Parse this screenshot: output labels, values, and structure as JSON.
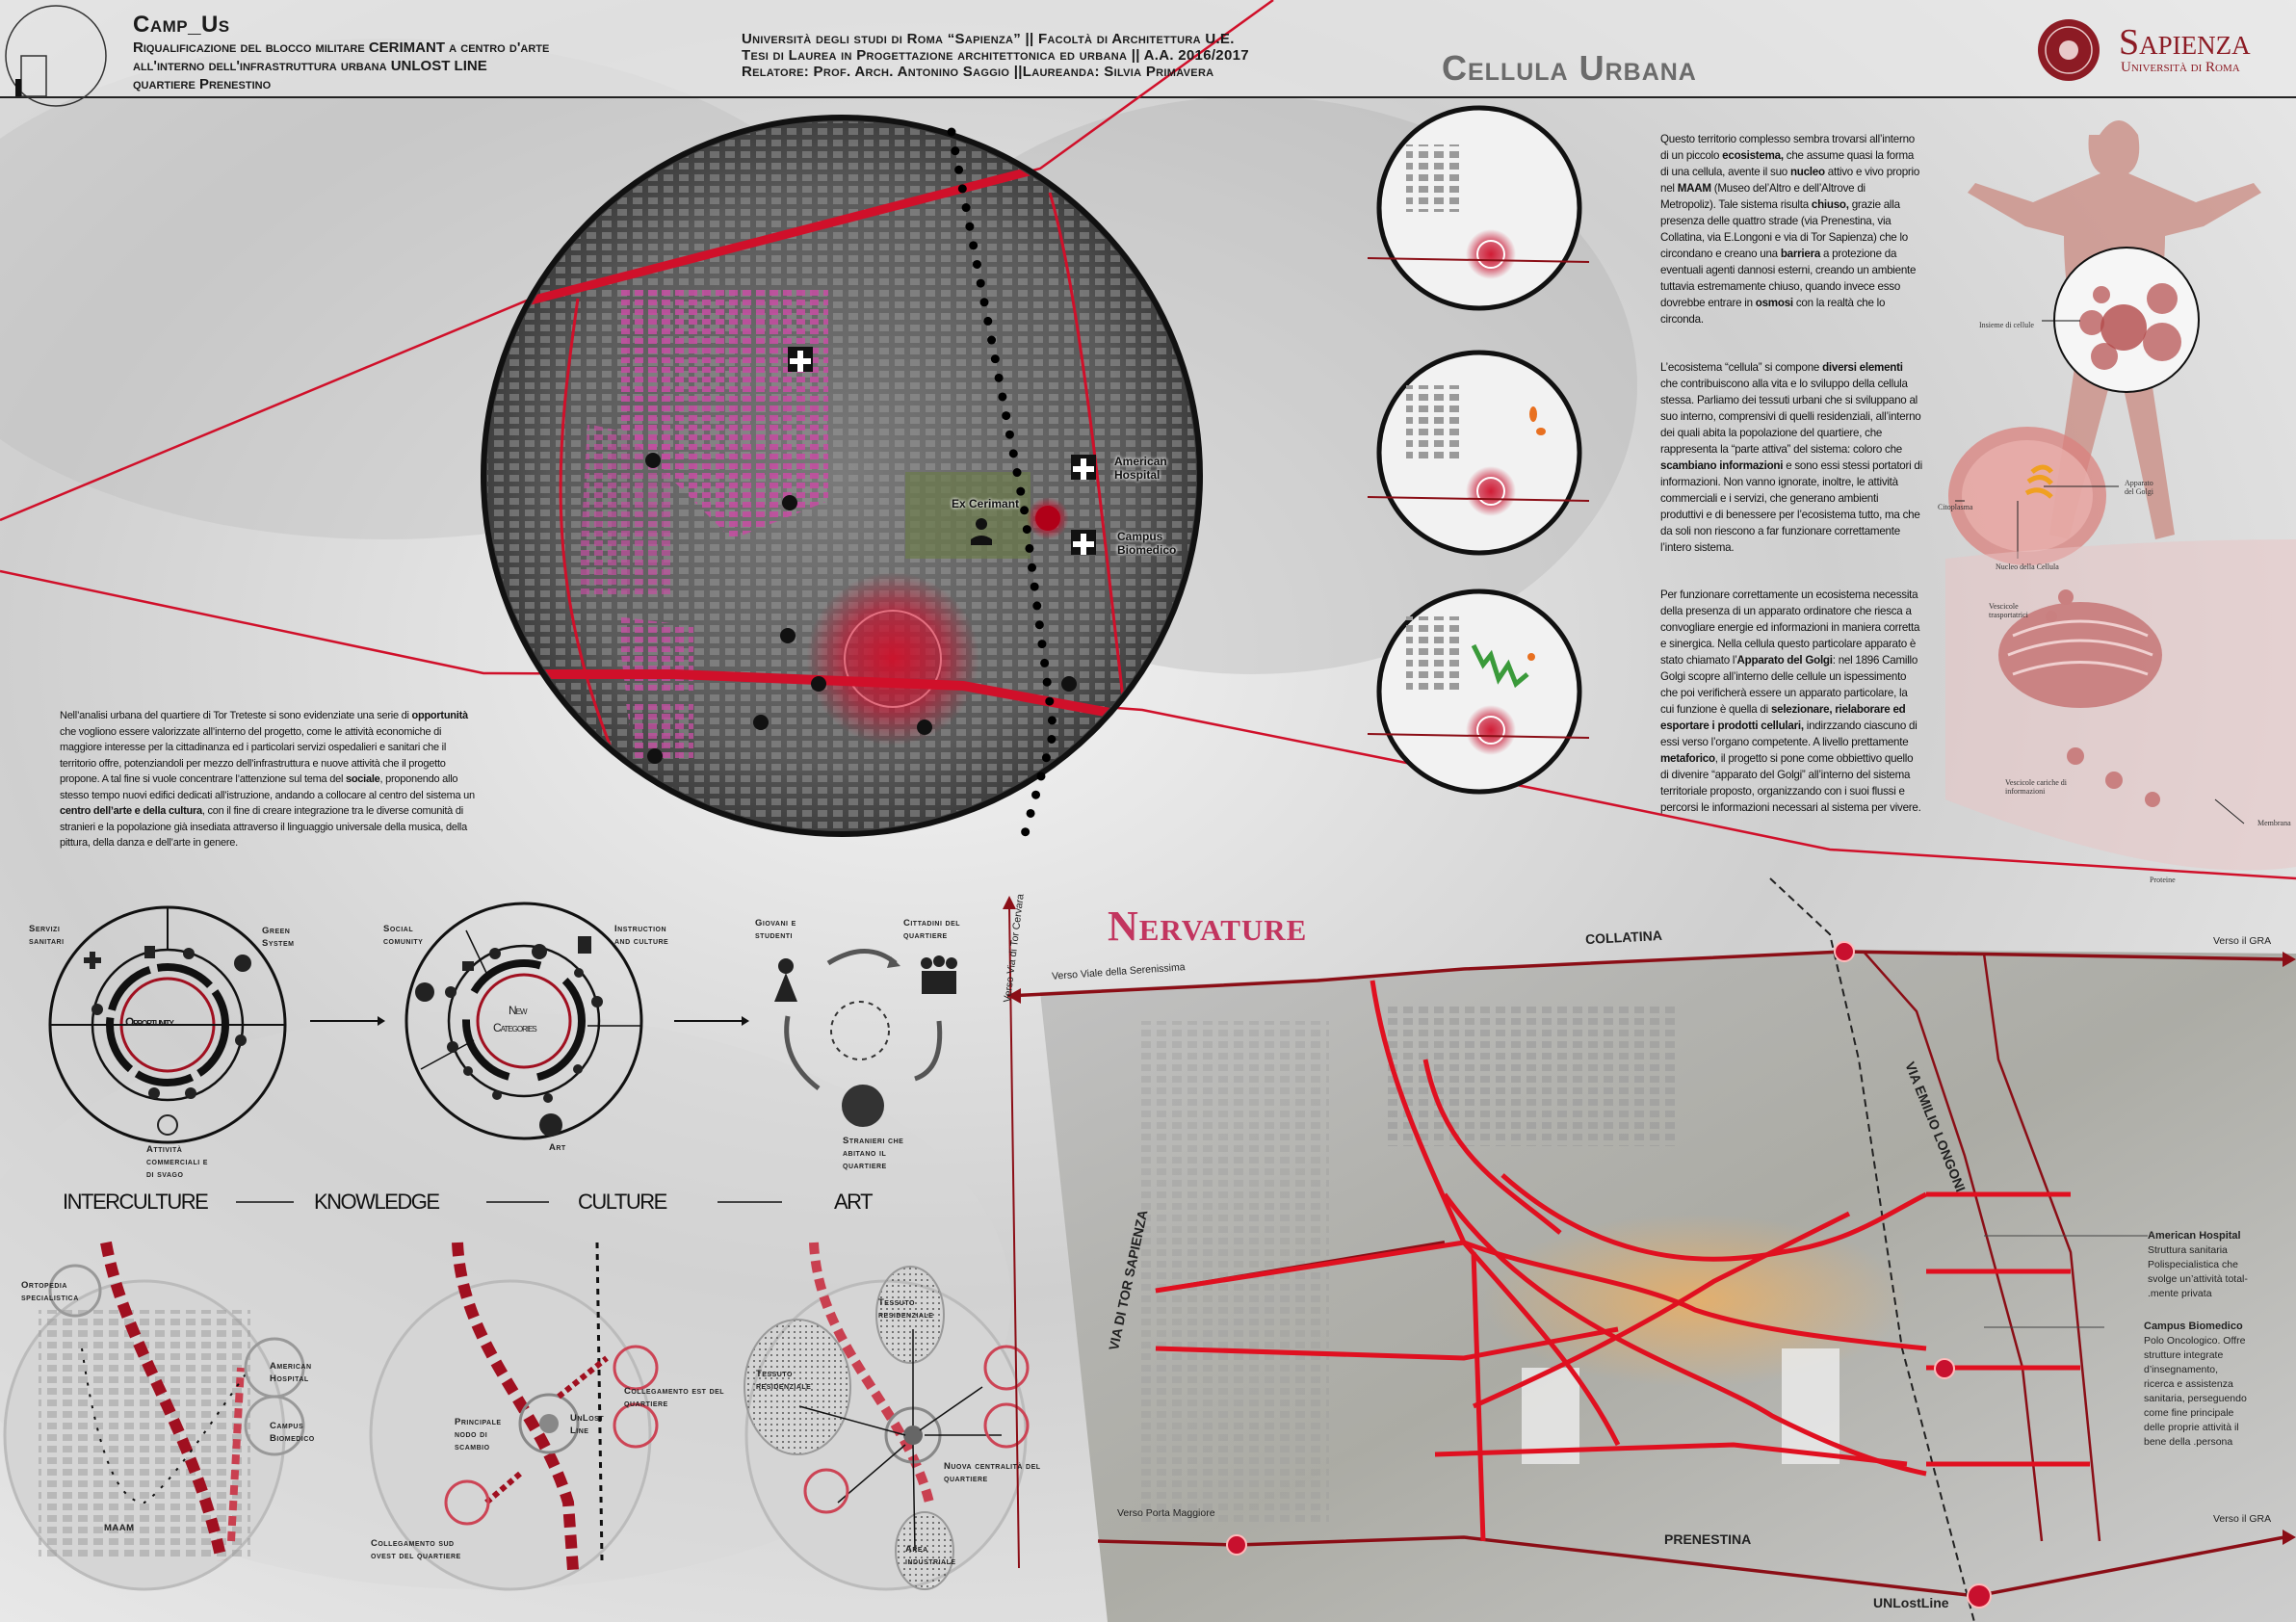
{
  "header": {
    "title": "Camp_Us",
    "subtitle": [
      "Riqualificazione del blocco militare CERIMANT a centro d'arte",
      "all'interno dell'infrastruttura urbana UNLOST LINE",
      "quartiere Prenestino"
    ],
    "university": [
      "Università degli studi di Roma “Sapienza” || Facoltà di Architettura U.E.",
      "Tesi di Laurea in Progettazione architettonica ed urbana ||  A.A. 2016/2017",
      "Relatore: Prof. Arch. Antonino Saggio ||Laureanda: Silvia Primavera"
    ],
    "logo_name": "Sapienza",
    "logo_sub": "Università di Roma",
    "section_title": "Cellula Urbana"
  },
  "colors": {
    "accent": "#c8102e",
    "dark_red": "#8b0e16",
    "pink": "#c2355f"
  },
  "aerial_map": {
    "labels": {
      "ex_cerimant": "Ex Cerimant",
      "american_hospital": "American Hospital",
      "campus_biomedico": "Campus Biomedico"
    }
  },
  "cell_texts": [
    [
      {
        "t": "Questo territorio complesso  sembra trovarsi all’interno di un piccolo "
      },
      {
        "t": "ecosistema,",
        "b": true
      },
      {
        "t": " che assume quasi la forma di una cellula, avente il suo "
      },
      {
        "t": "nucleo",
        "b": true
      },
      {
        "t": " attivo e vivo proprio nel "
      },
      {
        "t": "MAAM",
        "b": true
      },
      {
        "t": " (Museo del’Altro e dell’Altrove di Metropoliz). Tale sistema risulta "
      },
      {
        "t": "chiuso,",
        "b": true
      },
      {
        "t": " grazie alla presenza delle quattro strade (via Prenestina, via Collatina, via E.Longoni e via di Tor Sapienza) che lo circondano e creano una "
      },
      {
        "t": "barriera",
        "b": true
      },
      {
        "t": " a protezione da eventuali agenti dannosi esterni, creando un ambiente tuttavia estremamente chiuso, quando invece esso dovrebbe entrare in "
      },
      {
        "t": "osmosi",
        "b": true
      },
      {
        "t": " con la realtà che lo circonda."
      }
    ],
    [
      {
        "t": "L’ecosistema “cellula” si compone "
      },
      {
        "t": "diversi elementi",
        "b": true
      },
      {
        "t": " che contribuiscono alla vita e lo sviluppo della cellula stessa. Parliamo dei tessuti urbani che si sviluppano al suo interno, comprensivi di quelli  residenziali, all’interno dei quali abita la popolazione del quartiere, che rappresenta la “parte attiva” del sistema: coloro che "
      },
      {
        "t": "scambiano informazioni",
        "b": true
      },
      {
        "t": " e sono essi stessi portatori di informazioni. Non vanno ignorate, inoltre, le attività commerciali e i servizi, che generano ambienti produttivi e di benessere per l’ecosistema tutto, ma che da soli non riescono a far funzionare correttamente l’intero sistema."
      }
    ],
    [
      {
        "t": "Per funzionare correttamente un ecosistema necessita della presenza di un apparato ordinatore che riesca a convogliare energie ed informazioni in maniera corretta e sinergica. Nella cellula questo particolare apparato è stato chiamato  l’"
      },
      {
        "t": "Apparato del Golgi",
        "b": true
      },
      {
        "t": ":  nel 1896 Camillo Golgi scopre all’interno delle cellule un ispessimento che poi verificherà essere un apparato particolare, la cui funzione è quella di "
      },
      {
        "t": "selezionare, rielaborare ed esportare i prodotti cellulari,",
        "b": true
      },
      {
        "t": " indirzzando ciascuno di essi verso l’organo competente. A livello prettamente "
      },
      {
        "t": "metaforico",
        "b": true
      },
      {
        "t": ", il progetto si pone come obbiettivo quello di divenire “apparato del Golgi” all’interno del sistema territoriale proposto, organizzando con i suoi flussi e percorsi le informazioni necessari al sistema per vivere."
      }
    ]
  ],
  "intro_text": [
    {
      "t": "Nell’analisi urbana del quartiere di Tor Treteste si sono evidenziate una serie di "
    },
    {
      "t": "opportunità",
      "b": true
    },
    {
      "t": " che vogliono essere valorizzate all’interno del progetto, come le attività economiche di maggiore interesse per la cittadinanza ed i particolari servizi ospedalieri e sanitari che il territorio offre, potenziandoli per mezzo dell’infrastruttura e nuove attività che il progetto propone. A tal fine si vuole concentrare l’attenzione sul tema del "
    },
    {
      "t": "sociale",
      "b": true
    },
    {
      "t": ", proponendo allo stesso tempo nuovi edifici dedicati all’istruzione, andando a collocare al centro del sistema un "
    },
    {
      "t": "centro dell’arte e della cultura",
      "b": true
    },
    {
      "t": ", con il fine di creare integrazione tra le diverse comunità di stranieri e la popolazione già insediata attraverso il linguaggio universale della musica, della pittura, della danza e dell’arte in genere."
    }
  ],
  "illustration_labels": {
    "cells": "Insieme di cellule",
    "golgi": "Apparato del Golgi",
    "cytoplasm": "Citoplasma",
    "nucleus": "Nucleo della Cellula",
    "vesicles_transport": "Vescicole trasportatrici",
    "vesicles_info": "Vescicole cariche di informazioni",
    "membrane": "Membrana",
    "proteins": "Proteine"
  },
  "diagrams": {
    "opportunity": {
      "center": "Opportunity",
      "top_left": "Servizi sanitari",
      "top_right": "Green System",
      "bottom": "Attività commerciali e di svago"
    },
    "categories": {
      "center_1": "New",
      "center_2": "Categories",
      "top_left": "Social comunity",
      "top_right": "Instruction and culture",
      "bottom": "Art"
    },
    "people": {
      "young": "Giovani e studenti",
      "citizens": "Cittadini del quartiere",
      "foreigners": "Stranieri che abitano il quartiere"
    },
    "flow": [
      "INTERCULTURE",
      "KNOWLEDGE",
      "CULTURE",
      "ART"
    ]
  },
  "schemes": {
    "one": {
      "ortopedia": "Ortopedia specialistica",
      "american": "American Hospital",
      "campus": "Campus Biomedico",
      "maam": "MAAM"
    },
    "two": {
      "node": "Principale nodo di scambio",
      "unlost": "UnLost Line",
      "east": "Collegamento est del quartiere",
      "southwest": "Collegamento sud ovest del quartiere"
    },
    "three": {
      "res1": "Tessuto residenziale",
      "res2": "Tessuto residenziale",
      "centre": "Nuova centralità del quartiere",
      "industrial": "Area industriale"
    }
  },
  "nervature": {
    "title": "Nervature",
    "collatina": "COLLATINA",
    "prenestina": "PRENESTINA",
    "longoni": "VIA EMILIO LONGONI",
    "tor_sapienza": "VIA DI TOR SAPIENZA",
    "unlost": "UNLostLine",
    "verso_gra_top": "Verso il GRA",
    "verso_gra_bottom": "Verso il GRA",
    "verso_serenissima": "Verso Viale della Serenissima",
    "verso_tor_cervara": "Verso Via di Tor Cervara",
    "verso_porta_maggiore": "Verso Porta Maggiore",
    "american_title": "American Hospital",
    "american_desc": "Struttura sanitaria Polispecialistica che svolge un’attività total- .mente privata",
    "campus_title": "Campus Biomedico",
    "campus_desc": "Polo Oncologico. Offre strutture integrate d’insegnamento, ricerca e assistenza sanitaria, perseguendo come fine principale delle proprie attività il bene della .persona"
  }
}
